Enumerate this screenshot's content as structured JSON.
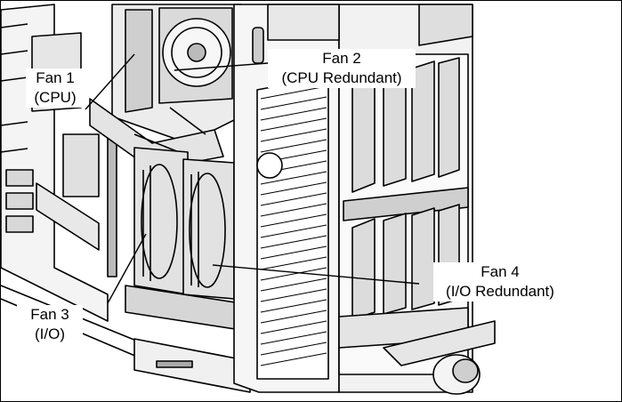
{
  "figure": {
    "callouts": {
      "fan1": {
        "line1": "Fan 1",
        "line2": "(CPU)"
      },
      "fan2": {
        "line1": "Fan 2",
        "line2": "(CPU Redundant)"
      },
      "fan3": {
        "line1": "Fan 3",
        "line2": "(I/O)"
      },
      "fan4": {
        "line1": "Fan 4",
        "line2": "(I/O Redundant)"
      }
    }
  }
}
